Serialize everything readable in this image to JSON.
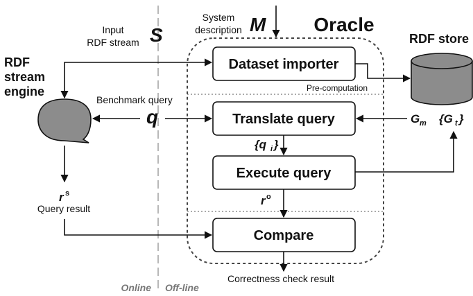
{
  "labels": {
    "oracle_title": "Oracle",
    "rdf_store": "RDF store",
    "rdf_stream_engine_line1": "RDF",
    "rdf_stream_engine_line2": "stream",
    "rdf_stream_engine_line3": "engine",
    "input_line1": "Input",
    "input_line2": "RDF stream",
    "input_symbol": "S",
    "system_line1": "System",
    "system_line2": "description",
    "system_symbol": "M",
    "benchmark_query": "Benchmark query",
    "query_symbol": "q",
    "precomputation": "Pre-computation",
    "translated_queries": "{q",
    "translated_queries_sub": "i",
    "translated_queries_close": "}",
    "oracle_result": "r",
    "oracle_result_sup": "o",
    "stream_result": "r",
    "stream_result_sup": "s",
    "query_result": "Query result",
    "graph_m": "G",
    "graph_m_sub": "m",
    "graph_t_open": "{G",
    "graph_t_sub": "t",
    "graph_t_close": "}",
    "correctness": "Correctness check result",
    "online": "Online",
    "offline": "Off-line"
  },
  "boxes": {
    "dataset_importer": "Dataset importer",
    "translate_query": "Translate query",
    "execute_query": "Execute query",
    "compare": "Compare"
  },
  "colors": {
    "engine_fill": "#8c8c8c",
    "store_fill": "#8c8c8c",
    "divider": "#9a9a9a",
    "footer": "#777777"
  }
}
